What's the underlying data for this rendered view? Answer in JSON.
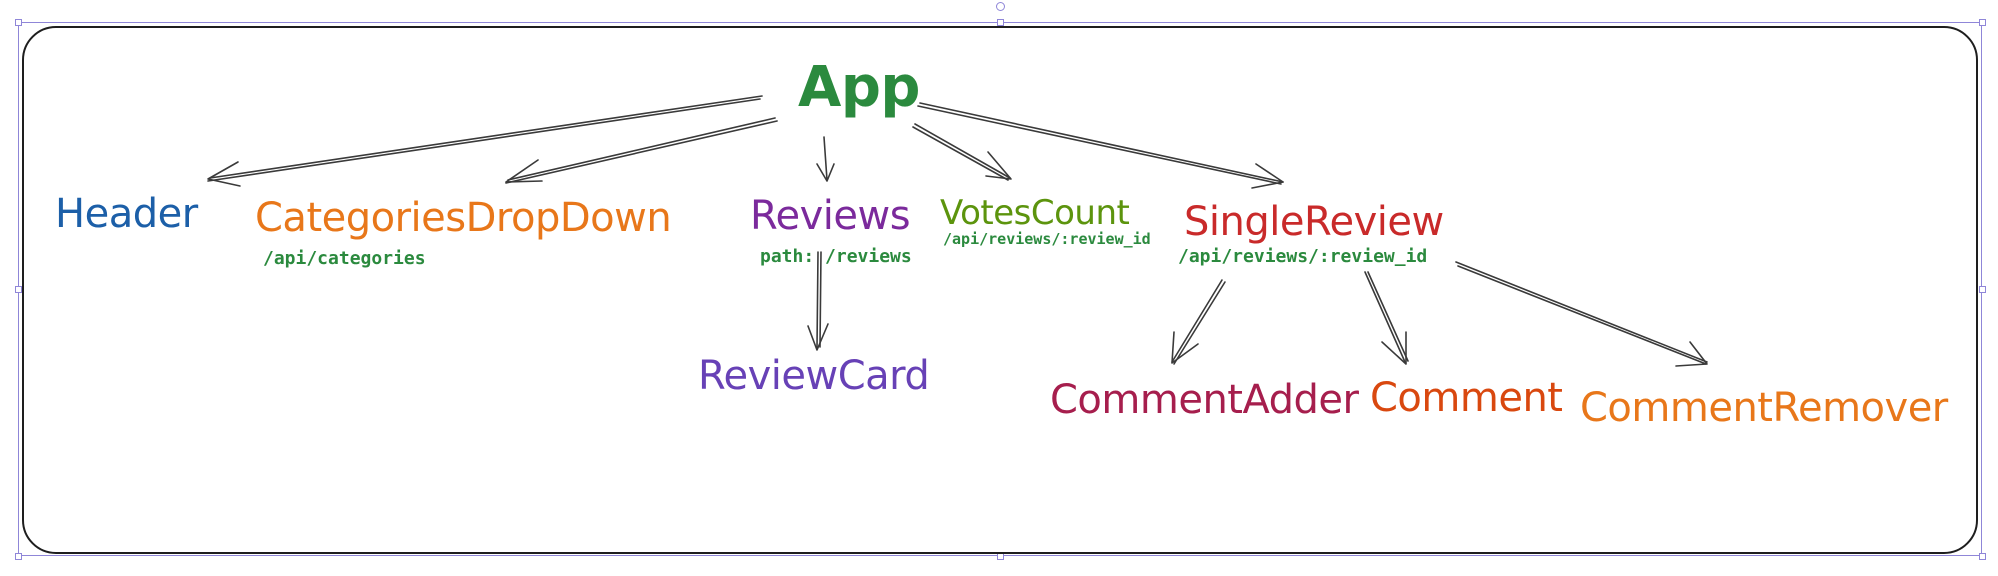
{
  "canvas": {
    "frame_stroke": "#1e1e1e",
    "selection_color": "#8f86d8",
    "arrow_color": "#3a3a3a"
  },
  "nodes": {
    "app": {
      "label": "App",
      "color": "#2b8a3e"
    },
    "header": {
      "label": "Header",
      "color": "#1c5fa8"
    },
    "categories_dropdown": {
      "label": "CategoriesDropDown",
      "color": "#e8771a",
      "path": "/api/categories",
      "path_color": "#2b8a3e"
    },
    "reviews": {
      "label": "Reviews",
      "color": "#7b2a9c",
      "path": "path: /reviews",
      "path_color": "#2b8a3e"
    },
    "votes_count": {
      "label": "VotesCount",
      "color": "#5c940d",
      "path": "/api/reviews/:review_id",
      "path_color": "#2b8a3e"
    },
    "single_review": {
      "label": "SingleReview",
      "color": "#c92a2a",
      "path": "/api/reviews/:review_id",
      "path_color": "#2b8a3e"
    },
    "review_card": {
      "label": "ReviewCard",
      "color": "#6741b6"
    },
    "comment_adder": {
      "label": "CommentAdder",
      "color": "#a61e4d"
    },
    "comment": {
      "label": "Comment",
      "color": "#d9480f"
    },
    "comment_remover": {
      "label": "CommentRemover",
      "color": "#e8771a"
    }
  }
}
